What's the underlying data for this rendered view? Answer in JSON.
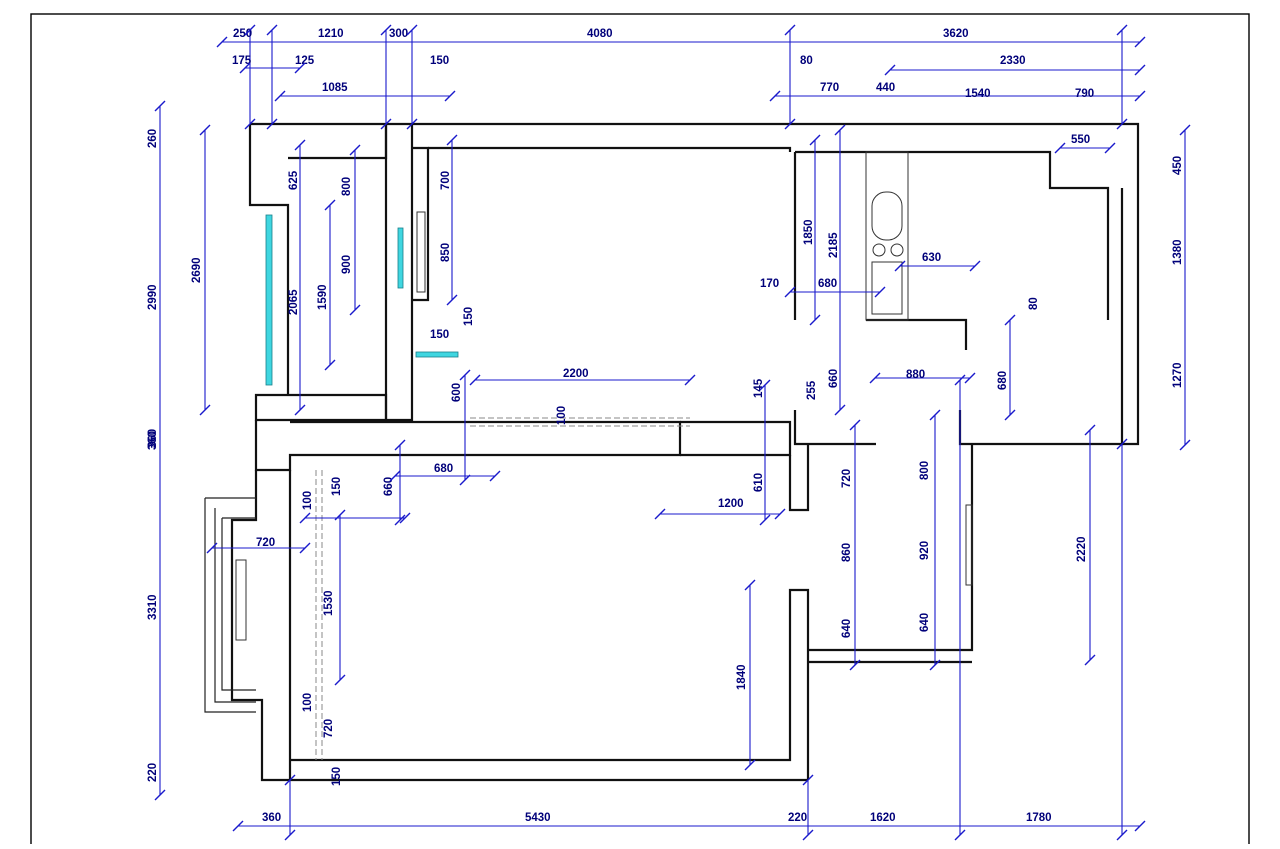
{
  "drawing": {
    "border_color": "#000000",
    "dimension_color": "#1a1acc",
    "window_color": "#3fd6e0"
  },
  "dims": {
    "top": [
      "250",
      "1210",
      "300",
      "4080",
      "3620",
      "175",
      "125",
      "150",
      "1085",
      "80",
      "2330",
      "770",
      "440",
      "1540",
      "790"
    ],
    "left": [
      "260",
      "2990",
      "2690",
      "360",
      "3310",
      "220"
    ],
    "right": [
      "450",
      "1380",
      "1270",
      "2220"
    ],
    "bottom": [
      "360",
      "5430",
      "220",
      "1620",
      "1780"
    ],
    "interior": [
      "625",
      "800",
      "700",
      "2065",
      "1590",
      "900",
      "850",
      "150",
      "150",
      "550",
      "1850",
      "2185",
      "630",
      "170",
      "680",
      "80",
      "2200",
      "600",
      "100",
      "145",
      "255",
      "660",
      "880",
      "680",
      "360",
      "150",
      "660",
      "680",
      "100",
      "610",
      "1200",
      "720",
      "800",
      "720",
      "1530",
      "920",
      "860",
      "640",
      "640",
      "1840",
      "100",
      "720",
      "150"
    ]
  }
}
